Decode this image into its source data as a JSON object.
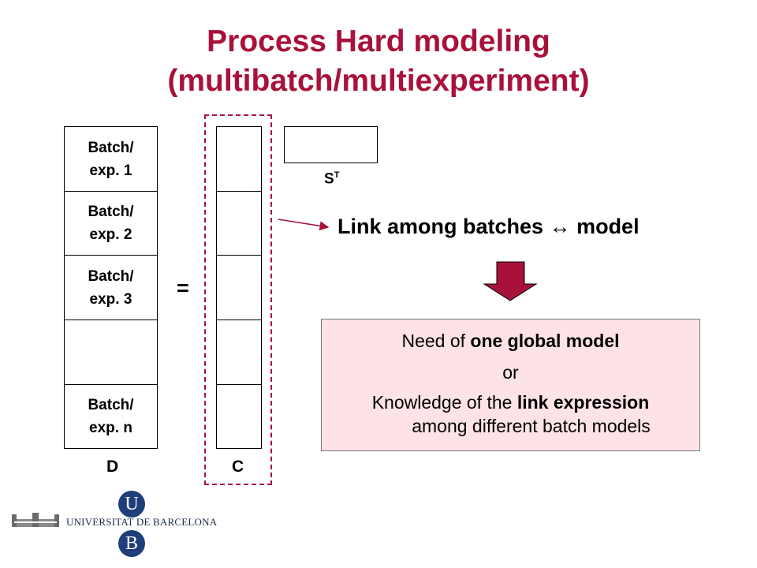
{
  "title": {
    "line1": "Process Hard modeling",
    "line2": "(multibatch/multiexperiment)"
  },
  "matrix_d": {
    "label": "D",
    "cells": [
      {
        "line1": "Batch/",
        "line2": "exp. 1"
      },
      {
        "line1": "Batch/",
        "line2": "exp. 2"
      },
      {
        "line1": "Batch/",
        "line2": "exp. 3"
      },
      {
        "line1": "",
        "line2": ""
      },
      {
        "line1": "Batch/",
        "line2": "exp. n"
      }
    ]
  },
  "equals_sign": "=",
  "matrix_c": {
    "label": "C"
  },
  "matrix_st": {
    "label_base": "S",
    "label_sup": "T"
  },
  "link_text": {
    "before": "Link among batches ",
    "arrow": "↔",
    "after": " model"
  },
  "requirement_box": {
    "line1_prefix": "Need of ",
    "line1_bold": "one global model",
    "or": "or",
    "line3_prefix": "Knowledge of the ",
    "line3_bold": "link expression",
    "line4": "among different batch models"
  },
  "logo": {
    "text": "UNIVERSITAT DE BARCELONA",
    "letter_top": "U",
    "letter_bottom": "B"
  },
  "colors": {
    "accent": "#a8123a",
    "box_fill": "#fde2e6",
    "logo_blue": "#1f3e7a"
  }
}
